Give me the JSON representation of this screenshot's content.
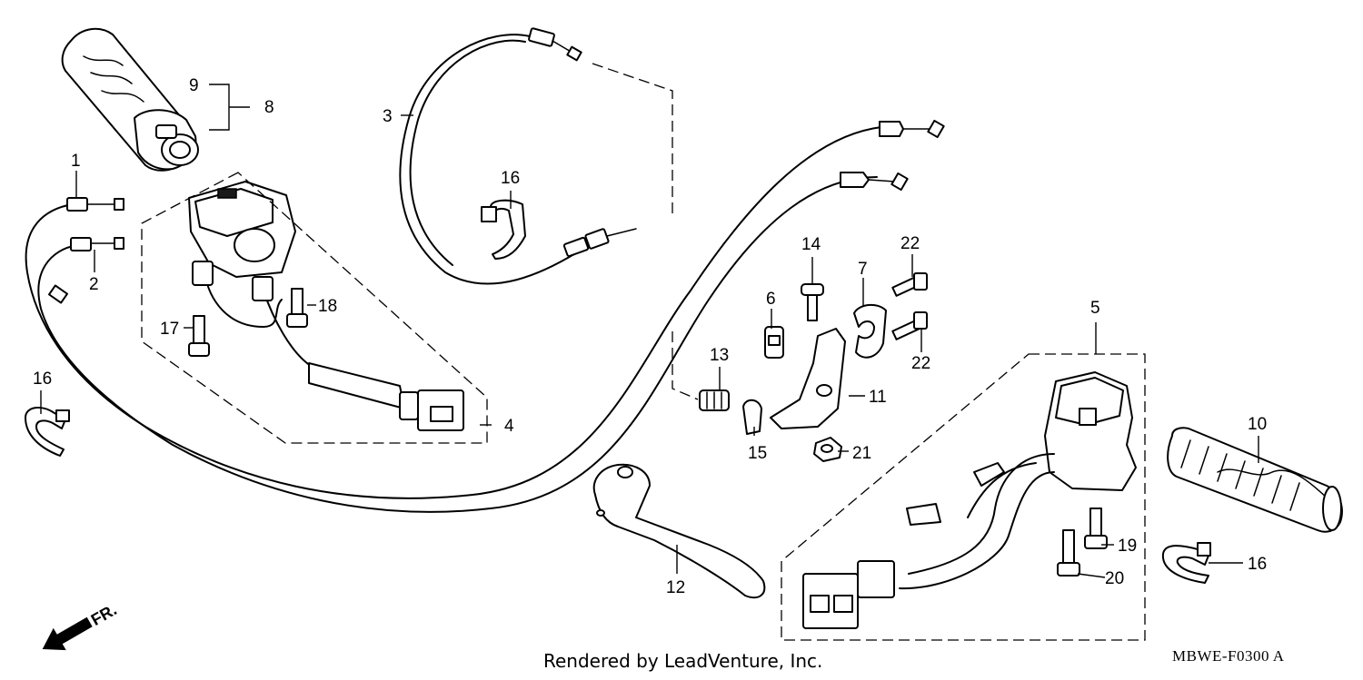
{
  "footer": {
    "credit": "Rendered by LeadVenture, Inc.",
    "diagram_code": "MBWE-F0300 A"
  },
  "direction_marker": "FR.",
  "callouts": [
    {
      "id": "c1",
      "text": "1"
    },
    {
      "id": "c2",
      "text": "2"
    },
    {
      "id": "c3",
      "text": "3"
    },
    {
      "id": "c4",
      "text": "4"
    },
    {
      "id": "c5",
      "text": "5"
    },
    {
      "id": "c6",
      "text": "6"
    },
    {
      "id": "c7",
      "text": "7"
    },
    {
      "id": "c8",
      "text": "8"
    },
    {
      "id": "c9",
      "text": "9"
    },
    {
      "id": "c10",
      "text": "10"
    },
    {
      "id": "c11",
      "text": "11"
    },
    {
      "id": "c12",
      "text": "12"
    },
    {
      "id": "c13",
      "text": "13"
    },
    {
      "id": "c14",
      "text": "14"
    },
    {
      "id": "c15",
      "text": "15"
    },
    {
      "id": "c16a",
      "text": "16"
    },
    {
      "id": "c16b",
      "text": "16"
    },
    {
      "id": "c16c",
      "text": "16"
    },
    {
      "id": "c17",
      "text": "17"
    },
    {
      "id": "c18",
      "text": "18"
    },
    {
      "id": "c19",
      "text": "19"
    },
    {
      "id": "c20",
      "text": "20"
    },
    {
      "id": "c21",
      "text": "21"
    },
    {
      "id": "c22a",
      "text": "22"
    },
    {
      "id": "c22b",
      "text": "22"
    }
  ]
}
